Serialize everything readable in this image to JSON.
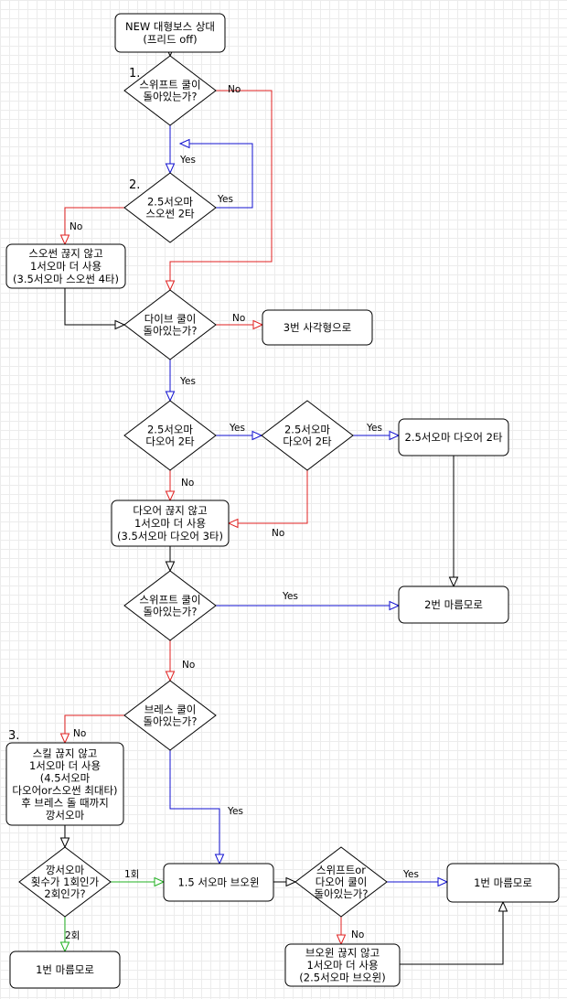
{
  "nodes": {
    "start": [
      "NEW 대형보스 상대",
      "(프리드 off)"
    ],
    "q_swift1": [
      "스위프트 쿨이",
      "돌아있는가?"
    ],
    "q_25so": [
      "2.5서오마",
      "스오썬 2타"
    ],
    "box_so": [
      "스오썬 끊지 않고",
      "1서오마 더 사용",
      "(3.5서오마 스오썬 4타)"
    ],
    "q_dive": [
      "다이브 쿨이",
      "돌아있는가?"
    ],
    "box_sq3": [
      "3번 사각형으로"
    ],
    "q_25da_a": [
      "2.5서오마",
      "다오어 2타"
    ],
    "q_25da_b": [
      "2.5서오마",
      "다오어 2타"
    ],
    "box_25da": [
      "2.5서오마 다오어 2타"
    ],
    "box_da": [
      "다오어 끊지 않고",
      "1서오마 더 사용",
      "(3.5서오마 다오어 3타)"
    ],
    "q_swift2": [
      "스위프트 쿨이",
      "돌아있는가?"
    ],
    "box_mar2": [
      "2번 마름모로"
    ],
    "q_breath": [
      "브레스 쿨이",
      "돌아있는가?"
    ],
    "box_skill": [
      "스킬 끊지 않고",
      "1서오마 더 사용",
      "(4.5서오마",
      "다오어or스오썬 최대타)",
      "후 브레스 돌 때까지",
      "깡서오마"
    ],
    "q_count": [
      "깡서오마",
      "횟수가 1회인가",
      "2회인가?"
    ],
    "box_15": [
      "1.5 서오마 브오윈"
    ],
    "q_swift3": [
      "스위프트or",
      "다오어 쿨이",
      "돌아있는가?"
    ],
    "box_mar1a": [
      "1번 마름모로"
    ],
    "box_mar1b": [
      "1번 마름모로"
    ],
    "box_bo": [
      "브오윈 끊지 않고",
      "1서오마 더 사용",
      "(2.5서오마 브오윈)"
    ]
  },
  "step_labels": {
    "s1": "1.",
    "s2": "2.",
    "s3": "3."
  },
  "edge_labels": {
    "swift1_no": "No",
    "swift1_yes": "Yes",
    "loop_yes": "Yes",
    "so_no": "No",
    "dive_no": "No",
    "dive_yes": "Yes",
    "da_a_yes": "Yes",
    "da_b_yes": "Yes",
    "da_a_no": "No",
    "da_b_no": "No",
    "swift2_yes": "Yes",
    "swift2_no": "No",
    "breath_no": "No",
    "breath_yes": "Yes",
    "count_1": "1회",
    "count_2": "2회",
    "swift3_yes": "Yes",
    "swift3_no": "No"
  },
  "colors": {
    "no": "#e02020",
    "yes": "#1010d0",
    "green": "#20b020",
    "black": "#000000"
  }
}
